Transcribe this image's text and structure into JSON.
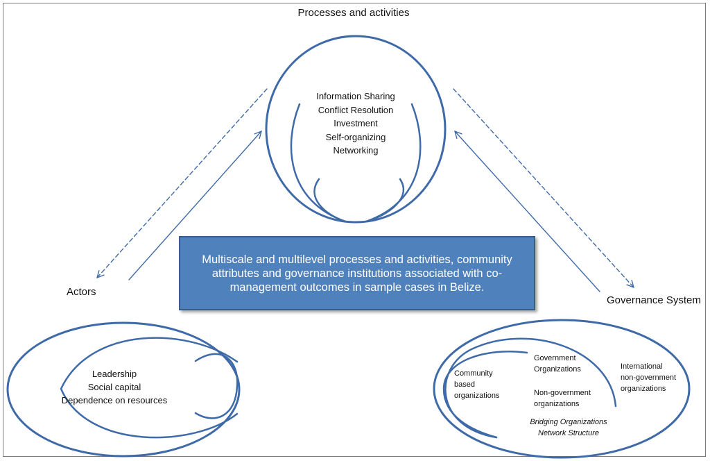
{
  "labels": {
    "processes_title": "Processes and activities",
    "actors": "Actors",
    "governance": "Governance System"
  },
  "processes": {
    "items": [
      "Information Sharing",
      "Conflict Resolution",
      "Investment",
      "Self-organizing",
      "Networking"
    ]
  },
  "actors_items": [
    "Leadership",
    "Social capital",
    "Dependence on resources"
  ],
  "governance_items": {
    "community": [
      "Community",
      "based",
      "organizations"
    ],
    "government": [
      "Government",
      "Organizations"
    ],
    "ngo": [
      "Non-government",
      "organizations"
    ],
    "international": [
      "International",
      "non-government",
      "organizations"
    ],
    "bridging": [
      "Bridging Organizations",
      "Network Structure"
    ]
  },
  "center_text": "Multiscale and multilevel processes and activities, community attributes and governance institutions associated with co-management outcomes in sample cases in Belize.",
  "colors": {
    "line": "#3f6aa8",
    "box_fill": "#4f81bd",
    "box_border": "#385d8a"
  }
}
